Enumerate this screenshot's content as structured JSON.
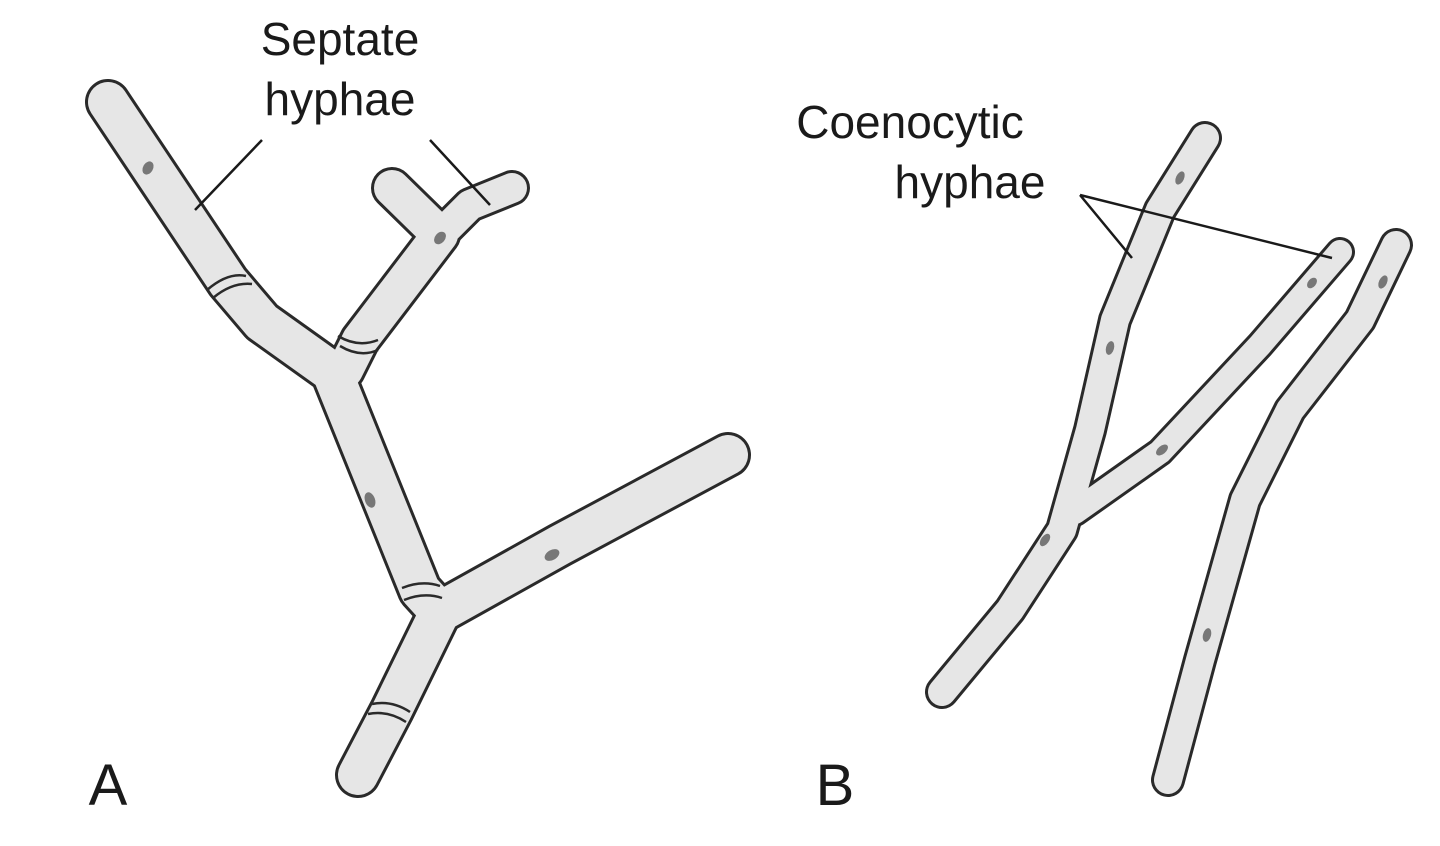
{
  "panel_a": {
    "label": "A",
    "annotation_line1": "Septate",
    "annotation_line2": "hyphae"
  },
  "panel_b": {
    "label": "B",
    "annotation_line1": "Coenocytic",
    "annotation_line2": "hyphae"
  },
  "colors": {
    "hypha_fill": "#e6e6e6",
    "outline": "#2a2a2a",
    "nucleus": "#777777"
  }
}
